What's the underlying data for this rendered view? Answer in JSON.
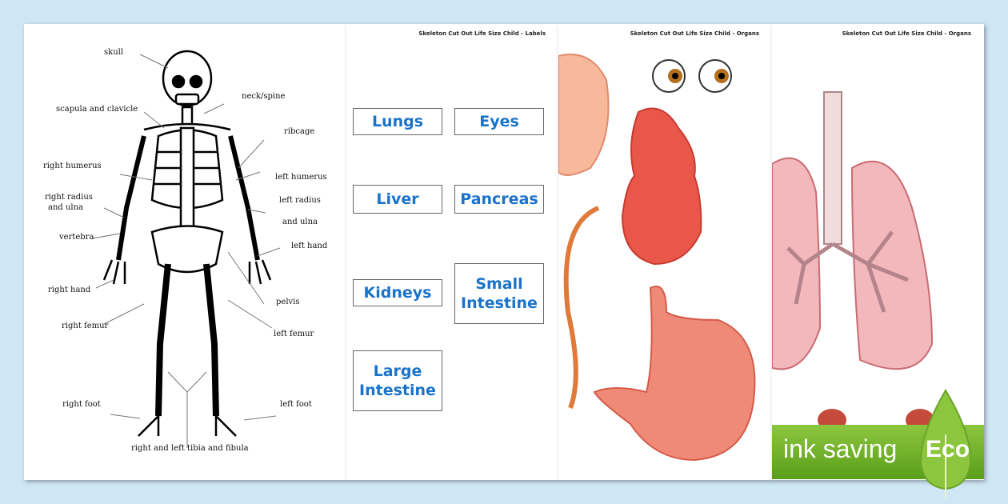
{
  "pages": [
    {
      "header": ""
    },
    {
      "header": "Skeleton Cut Out Life Size Child - Labels"
    },
    {
      "header": "Skeleton Cut Out Life Size Child - Organs"
    },
    {
      "header": "Skeleton Cut Out Life Size Child - Organs"
    }
  ],
  "skeleton_labels": [
    "skull",
    "scapula and clavicle",
    "neck/spine",
    "ribcage",
    "right humerus",
    "left humerus",
    "right radius",
    "and ulna",
    "left radius",
    "and ulna",
    "vertebra",
    "left hand",
    "right hand",
    "pelvis",
    "right femur",
    "left femur",
    "right foot",
    "left foot",
    "right and left tibia and fibula"
  ],
  "organ_labels": [
    "Lungs",
    "Eyes",
    "Liver",
    "Pancreas",
    "Kidneys",
    "Small Intestine",
    "Large Intestine"
  ],
  "badge": {
    "text": "ink saving",
    "word": "Eco"
  }
}
